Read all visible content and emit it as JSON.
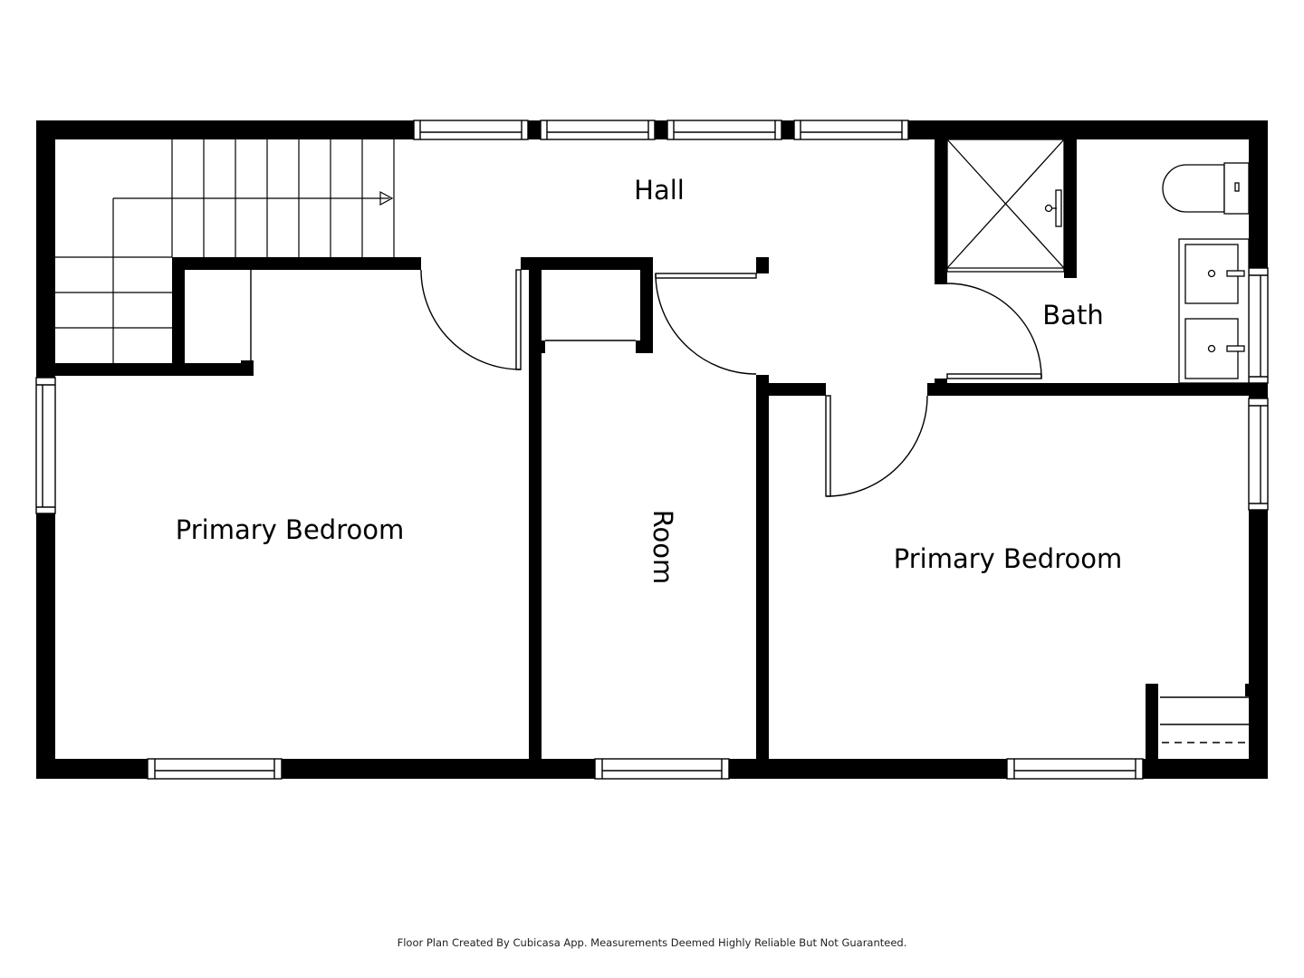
{
  "rooms": {
    "hall": "Hall",
    "bath": "Bath",
    "bedroom_left": "Primary Bedroom",
    "room_middle": "Room",
    "bedroom_right": "Primary Bedroom"
  },
  "footer": "Floor Plan Created By Cubicasa App. Measurements Deemed Highly Reliable But Not Guaranteed.",
  "colors": {
    "wall": "#000000",
    "background": "#ffffff"
  }
}
